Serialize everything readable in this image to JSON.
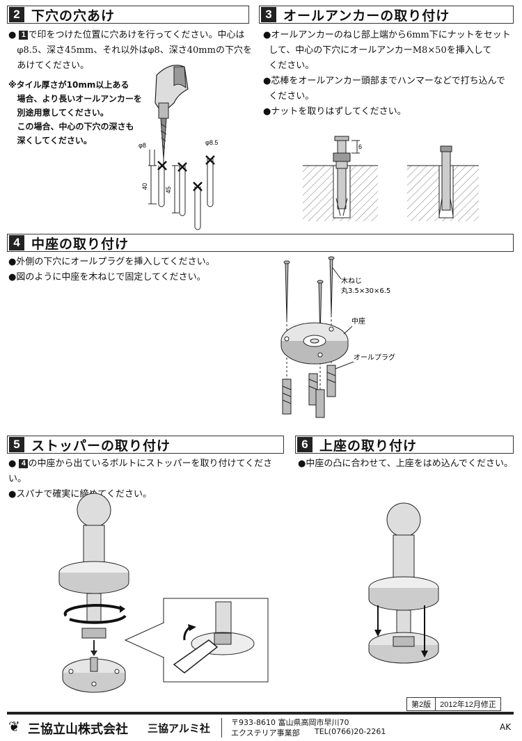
{
  "sections": {
    "s2": {
      "num": "2",
      "title": "下穴の穴あけ",
      "b1_l1": "で印をつけた位置に穴あけを行ってください。中心は",
      "b1_num": "1",
      "b1_l2": "φ8.5、深さ45mm、それ以外はφ8、深さ40mmの下穴を",
      "b1_l3": "あけてください。",
      "note_l1": "※タイル厚さが10mm以上ある",
      "note_l2": "場合、より長いオールアンカーを",
      "note_l3": "別途用意してください。",
      "note_l4": "この場合、中心の下穴の深さも",
      "note_l5": "深くしてください。",
      "dim_phi8": "φ8",
      "dim_phi85": "φ8.5",
      "dim_40": "40",
      "dim_45": "45"
    },
    "s3": {
      "num": "3",
      "title": "オールアンカーの取り付け",
      "b1_l1": "オールアンカーのねじ部上端から6mm下にナットをセット",
      "b1_l2": "して、中心の下穴にオールアンカーM8×50を挿入して",
      "b1_l3": "ください。",
      "b2_l1": "芯棒をオールアンカー頭部までハンマーなどで打ち込んで",
      "b2_l2": "ください。",
      "b3": "ナットを取りはずしてください。",
      "dim_6": "6"
    },
    "s4": {
      "num": "4",
      "title": "中座の取り付け",
      "b1": "外側の下穴にオールプラグを挿入してください。",
      "b2": "図のように中座を木ねじで固定してください。",
      "label_screw": "木ねじ",
      "label_screw_size": "丸3.5×30×6.5",
      "label_base": "中座",
      "label_plug": "オールプラグ"
    },
    "s5": {
      "num": "5",
      "title": "ストッパーの取り付け",
      "b1_num": "4",
      "b1": "の中座から出ているボルトにストッパーを取り付けてください。",
      "b2": "スパナで確実に締めてください。"
    },
    "s6": {
      "num": "6",
      "title": "上座の取り付け",
      "b1": "中座の凸に合わせて、上座をはめ込んでください。"
    }
  },
  "revision": {
    "edition": "第2版",
    "date": "2012年12月修正"
  },
  "footer": {
    "company": "三協立山株式会社",
    "brand": "三協アルミ社",
    "address": "〒933-8610 富山県高岡市早川70",
    "dept": "エクステリア事業部",
    "tel": "TEL(0766)20-2261",
    "code": "AK"
  }
}
